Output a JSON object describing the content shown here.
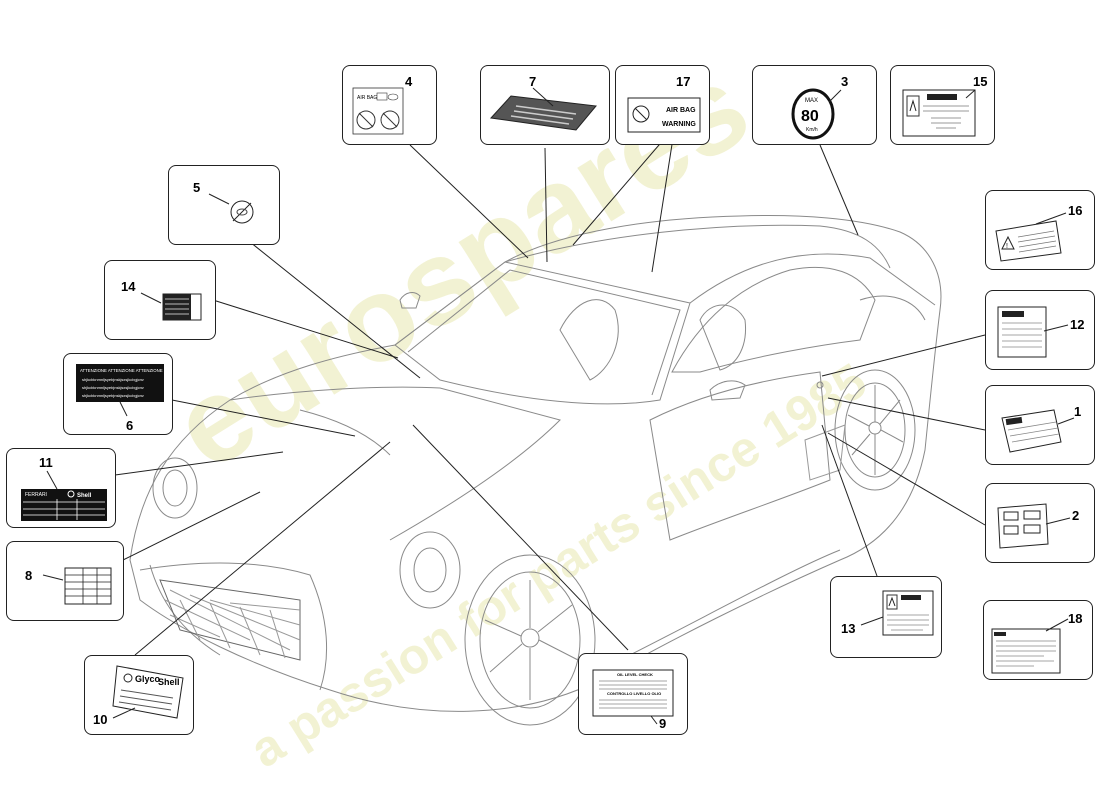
{
  "labels": {
    "c1": "1",
    "c2": "2",
    "c3": "3",
    "c4": "4",
    "c5": "5",
    "c6": "6",
    "c7": "7",
    "c8": "8",
    "c9": "9",
    "c10": "10",
    "c11": "11",
    "c12": "12",
    "c13": "13",
    "c14": "14",
    "c15": "15",
    "c16": "16",
    "c17": "17",
    "c18": "18"
  },
  "sticker_text": {
    "airbag_title": "AIR BAG",
    "airbag_warning_1": "AIR BAG",
    "airbag_warning_2": "WARNING",
    "speed_max": "MAX",
    "speed_value": "80",
    "speed_unit": "Km/h",
    "attenzione": "ATTENZIONE  ATTENZIONE  ATTENZIONE",
    "filler_line": "shjkcbknmnljsyebjnskjsxsjkcbgjcnv",
    "shell": "Shell",
    "glyco_1": "Glyco",
    "glyco_2": "Shell",
    "oil_1": "OIL LEVEL CHECK",
    "oil_2": "CONTROLLO LIVELLO OLIO",
    "brand": "FERRARI"
  },
  "watermark": {
    "line1": "eurospares",
    "line2": "a passion for parts since 1985"
  },
  "colors": {
    "line": "#222222",
    "car_line": "#8a8a8a",
    "watermark": "#e6e6a8"
  }
}
